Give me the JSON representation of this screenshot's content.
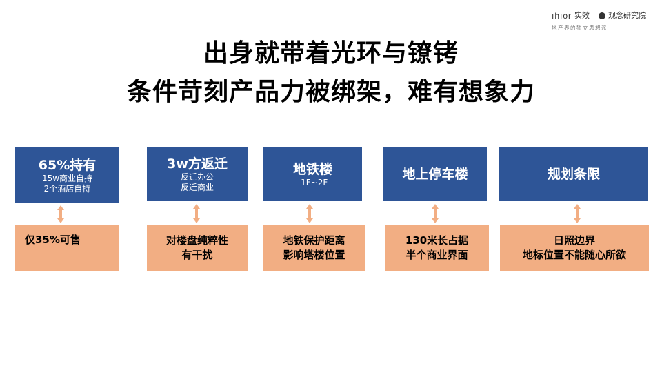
{
  "logo": {
    "brand": "ıhıor",
    "brand_cn": "实效",
    "partner": "观念研究院",
    "tagline": "地产界的独立思想派"
  },
  "title": {
    "line1": "出身就带着光环与镣铐",
    "line2": "条件苛刻产品力被绑架，难有想象力"
  },
  "colors": {
    "blue": "#2e5597",
    "orange": "#f2ae83"
  },
  "columns": [
    {
      "head": "65%持有",
      "sub": [
        "15w商业自持",
        "2个酒店自持"
      ],
      "result": [
        "仅35%可售"
      ]
    },
    {
      "head": "3w方返迁",
      "sub": [
        "反迁办公",
        "反迁商业"
      ],
      "result": [
        "对楼盘纯粹性",
        "有干扰"
      ]
    },
    {
      "head": "地铁楼",
      "sub": [
        "-1F~2F"
      ],
      "result": [
        "地铁保护距离",
        "影响塔楼位置"
      ]
    },
    {
      "head": "地上停车楼",
      "sub": [],
      "result": [
        "130米长占据",
        "半个商业界面"
      ]
    },
    {
      "head": "规划条限",
      "sub": [],
      "result": [
        "日照边界",
        "地标位置不能随心所欲"
      ]
    }
  ]
}
